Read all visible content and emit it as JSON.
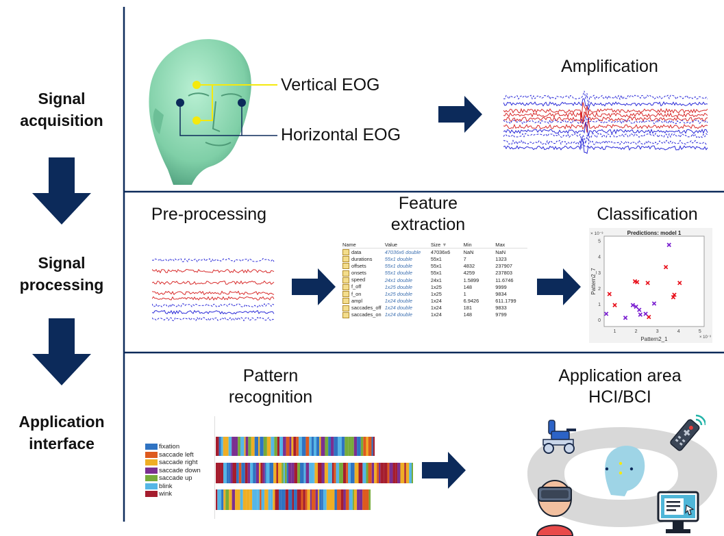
{
  "stages": {
    "acquisition": [
      "Signal",
      "acquisition"
    ],
    "processing": [
      "Signal",
      "processing"
    ],
    "interface": [
      "Application",
      "interface"
    ]
  },
  "headings": {
    "amplification": "Amplification",
    "preprocessing": "Pre-processing",
    "feature_extraction": [
      "Feature",
      "extraction"
    ],
    "classification": "Classification",
    "pattern_recognition": [
      "Pattern",
      "recognition"
    ],
    "application_area": [
      "Application area",
      "HCI/BCI"
    ]
  },
  "eog": {
    "vertical": "Vertical EOG",
    "horizontal": "Horizontal EOG"
  },
  "variables_panel": {
    "headers": [
      "Name",
      "Value",
      "Size",
      "Min",
      "Max"
    ],
    "rows": [
      {
        "name": "data",
        "value": "47036x6 double",
        "size": "47036x6",
        "min": "NaN",
        "max": "NaN"
      },
      {
        "name": "durations",
        "value": "55x1 double",
        "size": "55x1",
        "min": "7",
        "max": "1323"
      },
      {
        "name": "offsets",
        "value": "55x1 double",
        "size": "55x1",
        "min": "4832",
        "max": "237907"
      },
      {
        "name": "onsets",
        "value": "55x1 double",
        "size": "55x1",
        "min": "4259",
        "max": "237803"
      },
      {
        "name": "speed",
        "value": "24x1 double",
        "size": "24x1",
        "min": "1.5899",
        "max": "11.6746"
      },
      {
        "name": "f_off",
        "value": "1x25 double",
        "size": "1x25",
        "min": "148",
        "max": "9999"
      },
      {
        "name": "f_on",
        "value": "1x25 double",
        "size": "1x25",
        "min": "1",
        "max": "9834"
      },
      {
        "name": "ampl",
        "value": "1x24 double",
        "size": "1x24",
        "min": "6.9426",
        "max": "611.1799"
      },
      {
        "name": "saccades_off",
        "value": "1x24 double",
        "size": "1x24",
        "min": "181",
        "max": "9833"
      },
      {
        "name": "saccades_on",
        "value": "1x24 double",
        "size": "1x24",
        "min": "148",
        "max": "9799"
      }
    ]
  },
  "chart_data": {
    "type": "scatter",
    "title": "Predictions: model 1",
    "xlabel": "Pattern2_1",
    "ylabel": "Pattern2_7",
    "x_exponent": "× 10⁻³",
    "y_exponent": "× 10⁻³",
    "xlim": [
      0.5,
      5.2
    ],
    "ylim": [
      -0.4,
      5.3
    ],
    "xticks": [
      1,
      2,
      3,
      4,
      5
    ],
    "yticks": [
      0,
      1,
      2,
      3,
      4,
      5
    ],
    "series": [
      {
        "color": "#e8101b",
        "marker": "x",
        "points": [
          [
            0.75,
            1.65
          ],
          [
            1.0,
            0.95
          ],
          [
            1.95,
            2.45
          ],
          [
            2.05,
            2.4
          ],
          [
            2.55,
            2.35
          ],
          [
            3.4,
            3.35
          ],
          [
            3.75,
            1.45
          ],
          [
            3.8,
            1.6
          ],
          [
            4.05,
            2.35
          ],
          [
            2.6,
            0.2
          ]
        ]
      },
      {
        "color": "#7a1fd0",
        "marker": "x",
        "points": [
          [
            0.6,
            0.4
          ],
          [
            1.5,
            0.15
          ],
          [
            1.85,
            0.95
          ],
          [
            2.0,
            0.85
          ],
          [
            2.2,
            0.35
          ],
          [
            2.45,
            0.4
          ],
          [
            2.85,
            1.05
          ],
          [
            3.55,
            4.75
          ],
          [
            2.15,
            0.65
          ]
        ]
      }
    ]
  },
  "pattern_legend": [
    {
      "label": "fixation",
      "color": "#2f73c2"
    },
    {
      "label": "saccade left",
      "color": "#dd5a1e"
    },
    {
      "label": "saccade right",
      "color": "#efae25"
    },
    {
      "label": "saccade down",
      "color": "#7b2f90"
    },
    {
      "label": "saccade up",
      "color": "#77ab3a"
    },
    {
      "label": "blink",
      "color": "#55b6e6"
    },
    {
      "label": "wink",
      "color": "#a51d2e"
    }
  ],
  "colors": {
    "navy": "#0c2a5a",
    "eog_vertical": "#f5e90d",
    "eog_horizontal": "#0c2a5a",
    "face": "#8fd8b4"
  }
}
